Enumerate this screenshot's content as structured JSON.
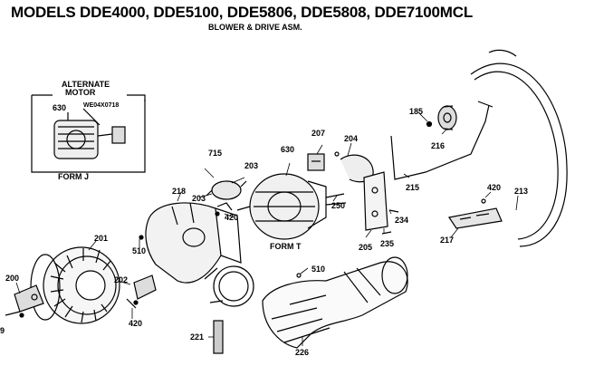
{
  "header": {
    "title": "MODELS DDE4000, DDE5100, DDE5806, DDE5808, DDE7100MCL",
    "subtitle": "BLOWER & DRIVE ASM."
  },
  "inset": {
    "heading_line1": "ALTERNATE",
    "heading_line2": "MOTOR",
    "part_number": "WE04X0718",
    "form_label": "FORM J"
  },
  "form_t_label": "FORM T",
  "callouts": {
    "c630a": "630",
    "c630b": "630",
    "c715": "715",
    "c203a": "203",
    "c203b": "203",
    "c207": "207",
    "c204": "204",
    "c185": "185",
    "c216": "216",
    "c215": "215",
    "c218": "218",
    "c420a": "420",
    "c420b": "420",
    "c420c": "420",
    "c250": "250",
    "c234": "234",
    "c205": "205",
    "c235": "235",
    "c217": "217",
    "c213": "213",
    "c201": "201",
    "c510a": "510",
    "c510b": "510",
    "c200": "200",
    "c202": "202",
    "c9": "9",
    "c221": "221",
    "c226": "226"
  }
}
